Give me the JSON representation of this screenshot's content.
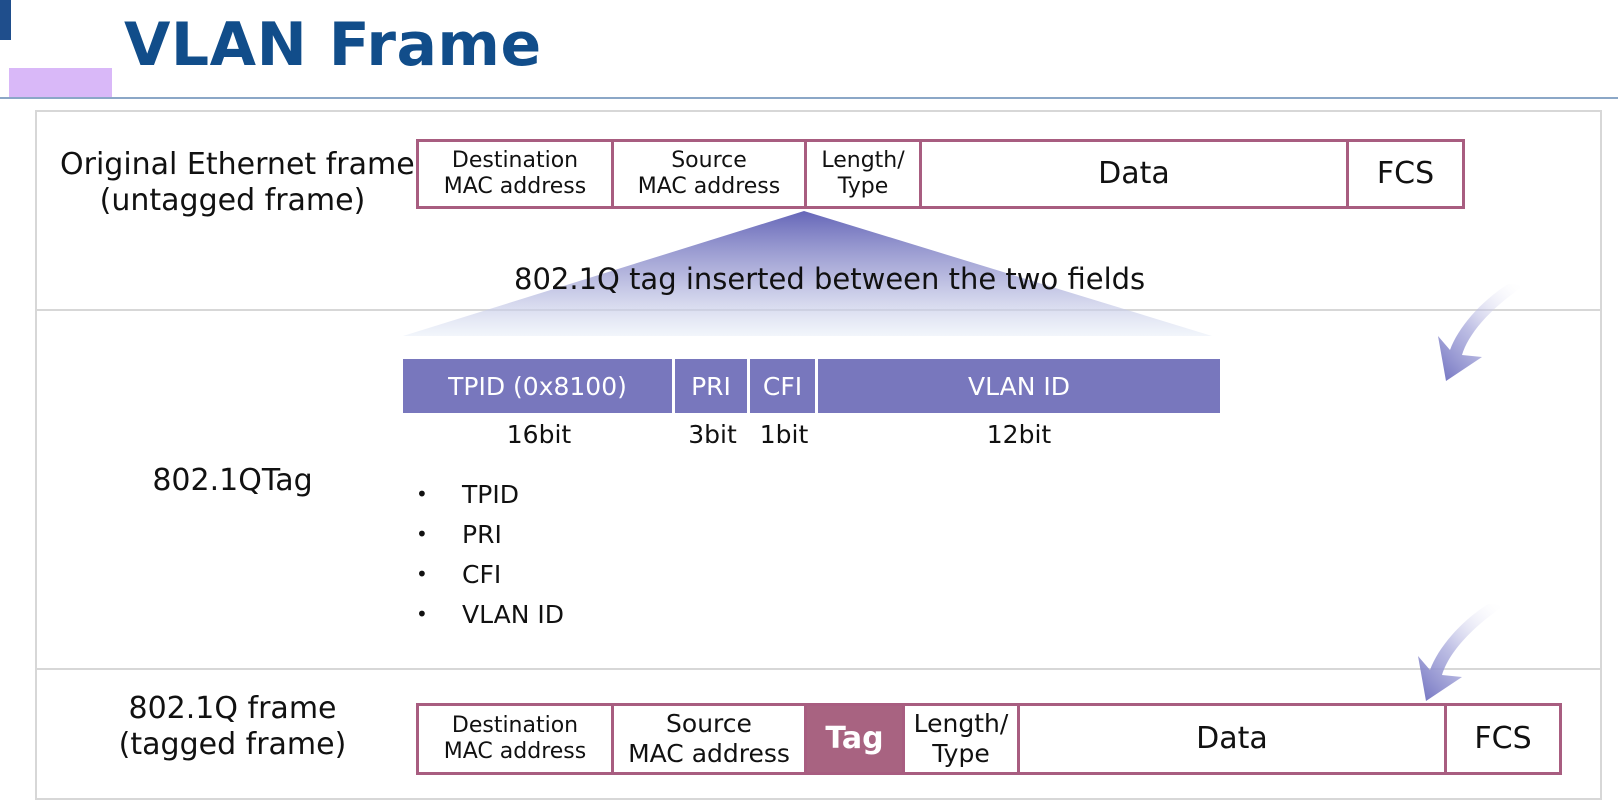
{
  "title": "VLAN Frame",
  "colors": {
    "title": "#114d8a",
    "frame_border": "#a85d80",
    "tag_fill": "#a86381",
    "tpid_bar": "#7877bd"
  },
  "original": {
    "label_line1": "Original Ethernet frame",
    "label_line2": "(untagged frame)",
    "fields": [
      {
        "line1": "Destination",
        "line2": "MAC address"
      },
      {
        "line1": "Source",
        "line2": "MAC address"
      },
      {
        "line1": "Length/",
        "line2": "Type"
      },
      {
        "text": "Data"
      },
      {
        "text": "FCS"
      }
    ]
  },
  "insert_caption": "802.1Q tag inserted between the two fields",
  "qtag": {
    "label": "802.1QTag",
    "fields": [
      {
        "name": "TPID (0x8100)",
        "bits": "16bit"
      },
      {
        "name": "PRI",
        "bits": "3bit"
      },
      {
        "name": "CFI",
        "bits": "1bit"
      },
      {
        "name": "VLAN ID",
        "bits": "12bit"
      }
    ],
    "bullet_char": "•",
    "bullets": [
      "TPID",
      "PRI",
      "CFI",
      "VLAN ID"
    ]
  },
  "tagged": {
    "label_line1": "802.1Q frame",
    "label_line2": "(tagged frame)",
    "fields": [
      {
        "line1": "Destination",
        "line2": "MAC address"
      },
      {
        "line1": "Source",
        "line2": "MAC address"
      },
      {
        "text": "Tag"
      },
      {
        "line1": "Length/",
        "line2": "Type"
      },
      {
        "text": "Data"
      },
      {
        "text": "FCS"
      }
    ]
  }
}
